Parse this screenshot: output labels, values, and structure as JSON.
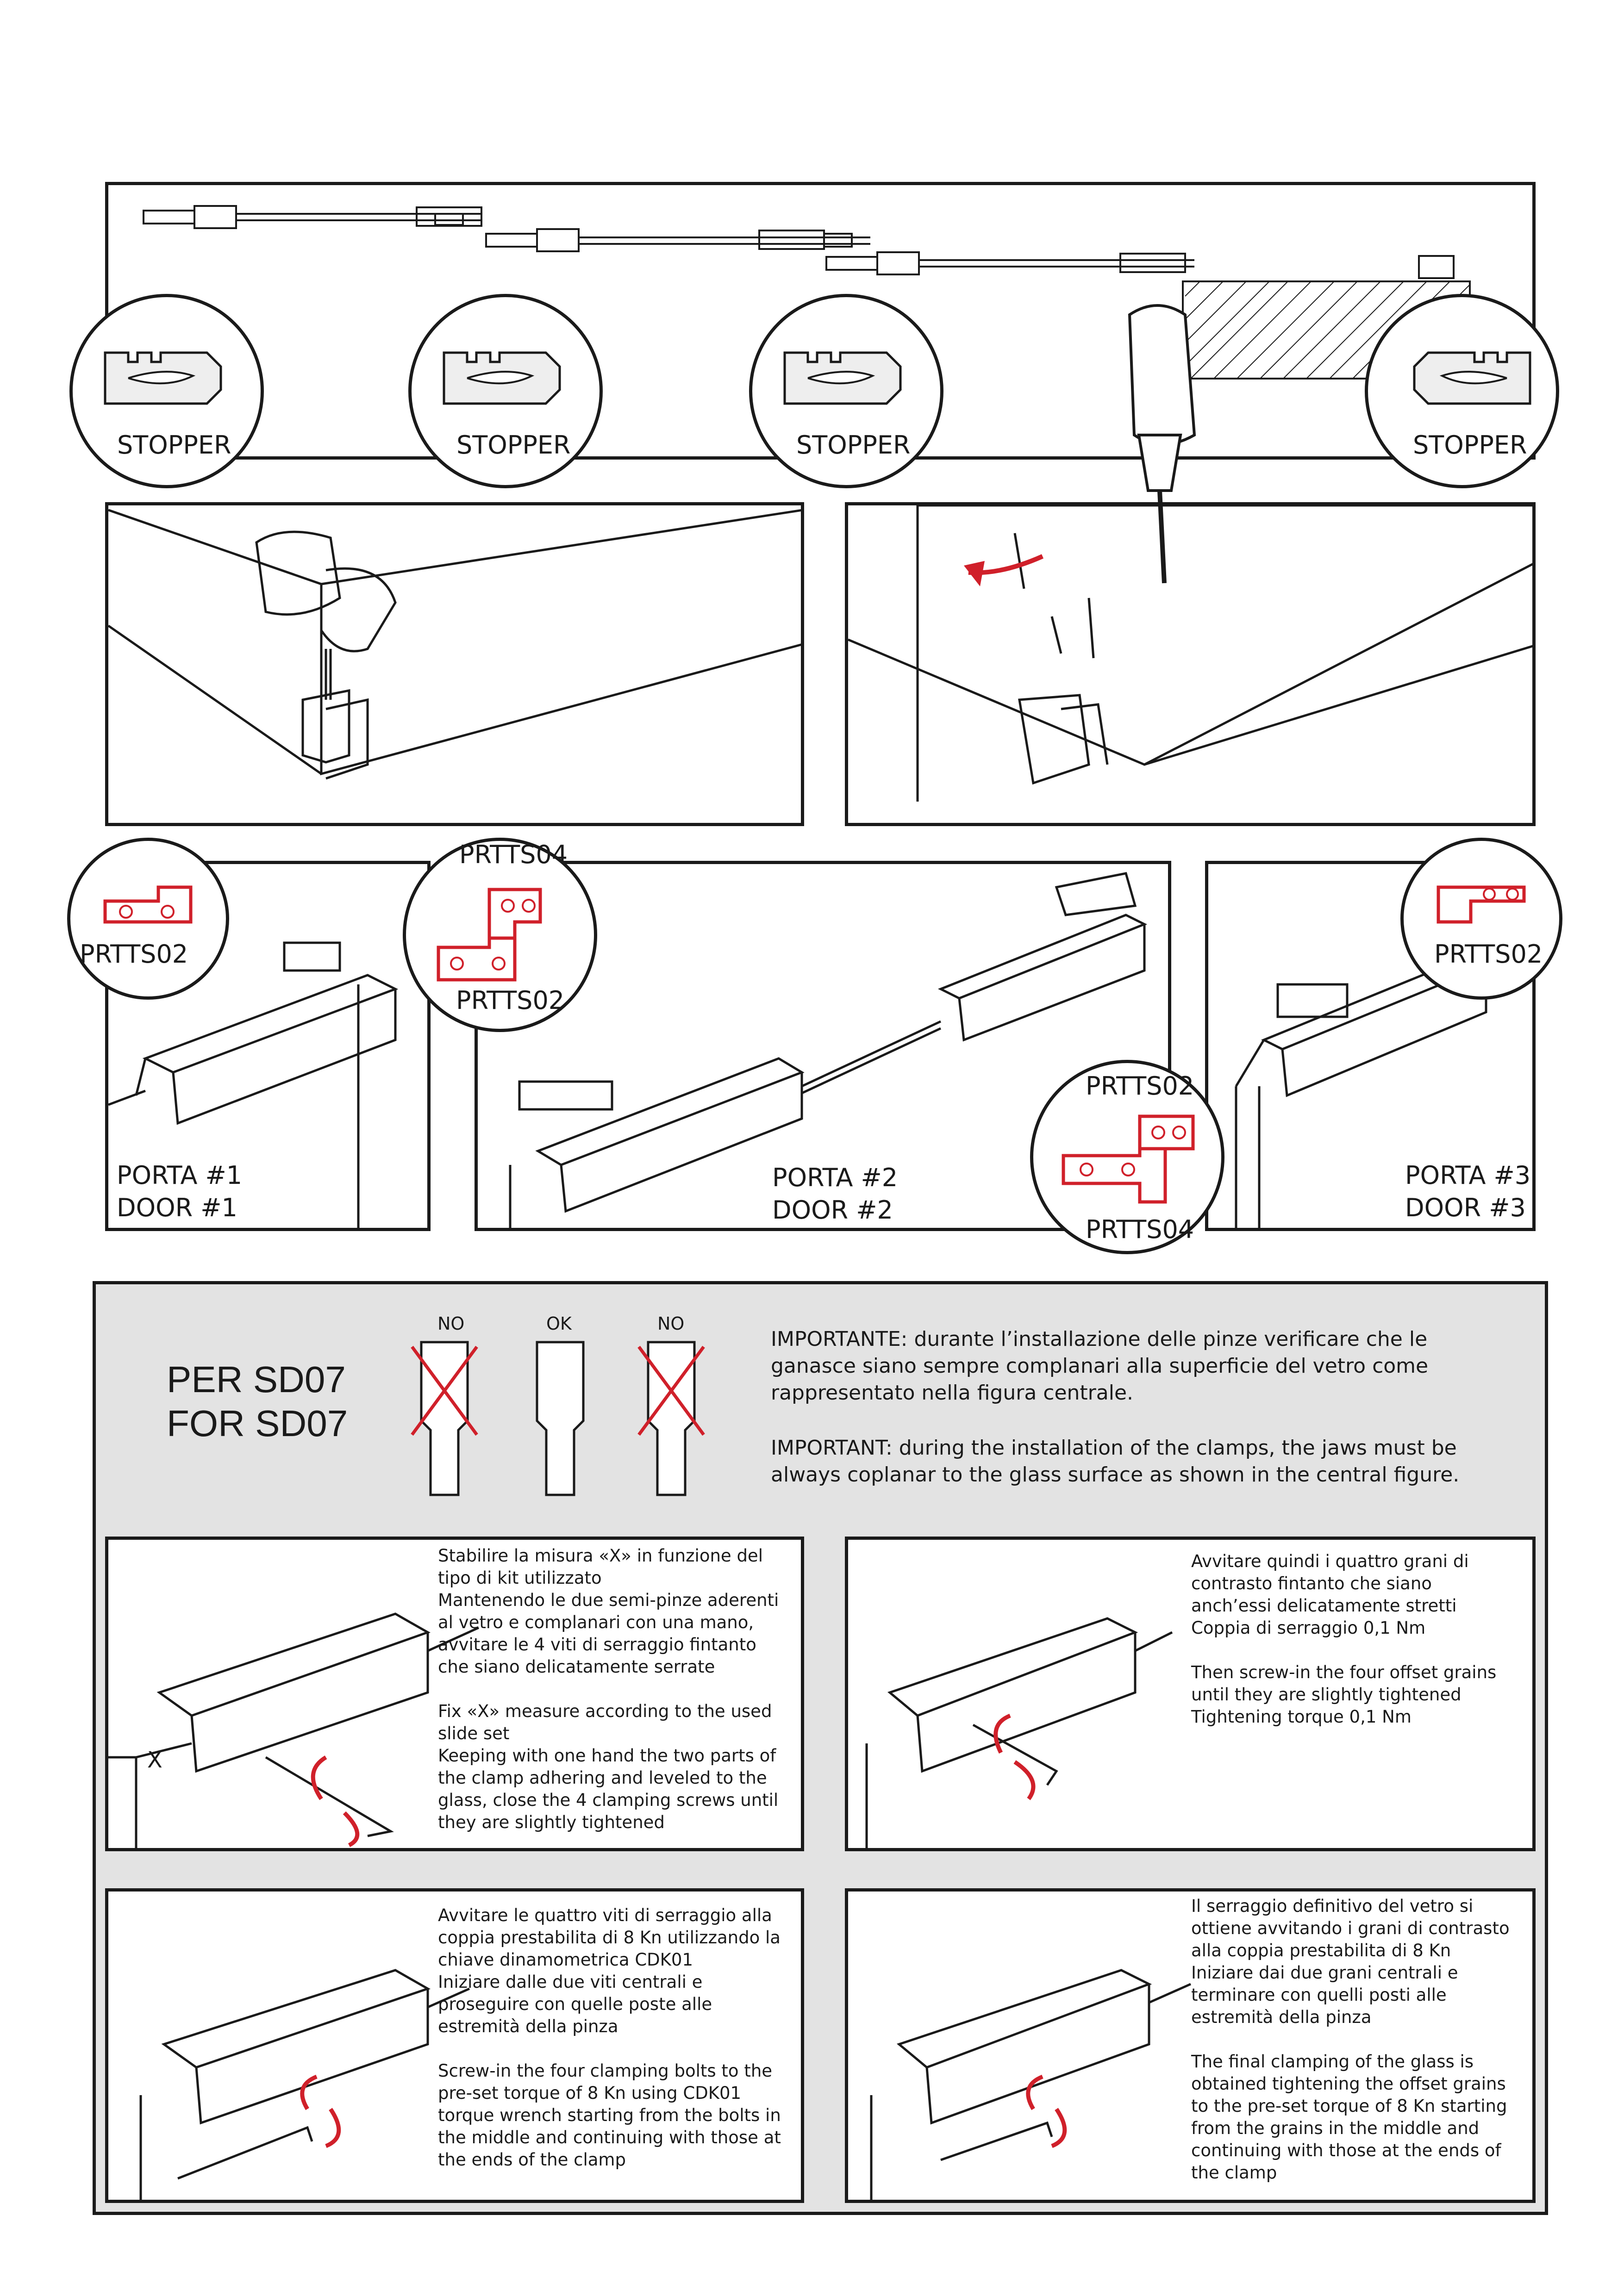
{
  "top_panel": {
    "stopper_labels": [
      "STOPPER",
      "STOPPER",
      "STOPPER",
      "STOPPER"
    ]
  },
  "door_panels": {
    "door1": {
      "porta": "PORTA #1",
      "door": "DOOR  #1",
      "clamp_code": "PRTTS02"
    },
    "door2": {
      "porta": "PORTA #2",
      "door": "DOOR  #2",
      "clamp_top_upper": "PRTTS04",
      "clamp_top_lower": "PRTTS02",
      "clamp_bottom_upper": "PRTTS02",
      "clamp_bottom_lower": "PRTTS04"
    },
    "door3": {
      "porta": "PORTA #3",
      "door": "DOOR  #3",
      "clamp_code": "PRTTS02"
    }
  },
  "sd07": {
    "title_it": "PER SD07",
    "title_en": "FOR SD07",
    "check_labels": [
      "NO",
      "OK",
      "NO"
    ],
    "important_it": "IMPORTANTE: durante l’installazione delle pinze verificare che le ganasce siano sempre complanari alla superficie del vetro come rappresentato nella figura centrale.",
    "important_en": "IMPORTANT: during the installation of the clamps, the jaws must be always coplanar to the glass surface as shown in the central figure.",
    "measure_label": "X"
  },
  "steps": {
    "step1": {
      "it": [
        "Stabilire la misura «X» in funzione del tipo di kit utilizzato",
        "Mantenendo le due semi-pinze aderenti al vetro e complanari con una mano, avvitare le 4 viti di serraggio fintanto che siano delicatamente serrate"
      ],
      "en": [
        "Fix «X» measure according to the used slide set",
        "Keeping with one hand the two parts of the clamp adhering and leveled to the glass, close the 4 clamping screws until they are slightly tightened"
      ]
    },
    "step2": {
      "it": [
        "Avvitare quindi i quattro grani di contrasto fintanto che siano anch’essi delicatamente stretti",
        "Coppia di serraggio 0,1 Nm"
      ],
      "en": [
        "Then screw-in the four offset grains until they are slightly tightened",
        "Tightening torque 0,1 Nm"
      ]
    },
    "step3": {
      "it": [
        "Avvitare le quattro viti di serraggio alla coppia prestabilita di 8 Kn utilizzando la chiave dinamometrica CDK01",
        "Iniziare dalle due viti centrali e proseguire con quelle poste alle estremità della pinza"
      ],
      "en": [
        "Screw-in the four clamping bolts to the pre-set torque of 8 Kn using CDK01 torque wrench starting from the bolts in the middle and continuing with those at the ends of the clamp"
      ]
    },
    "step4": {
      "it": [
        "Il serraggio definitivo del vetro si ottiene avvitando i grani di contrasto alla coppia prestabilita di 8 Kn",
        "Iniziare dai due grani centrali e terminare con quelli posti alle estremità della pinza"
      ],
      "en": [
        "The final clamping of the glass is obtained  tightening the offset grains to the pre-set torque of 8 Kn starting from the grains in the middle and continuing with those at the ends of the clamp"
      ]
    }
  },
  "colors": {
    "line": "#1a1a1a",
    "accent_red": "#d0202a",
    "gray_bg": "#e3e3e3"
  }
}
